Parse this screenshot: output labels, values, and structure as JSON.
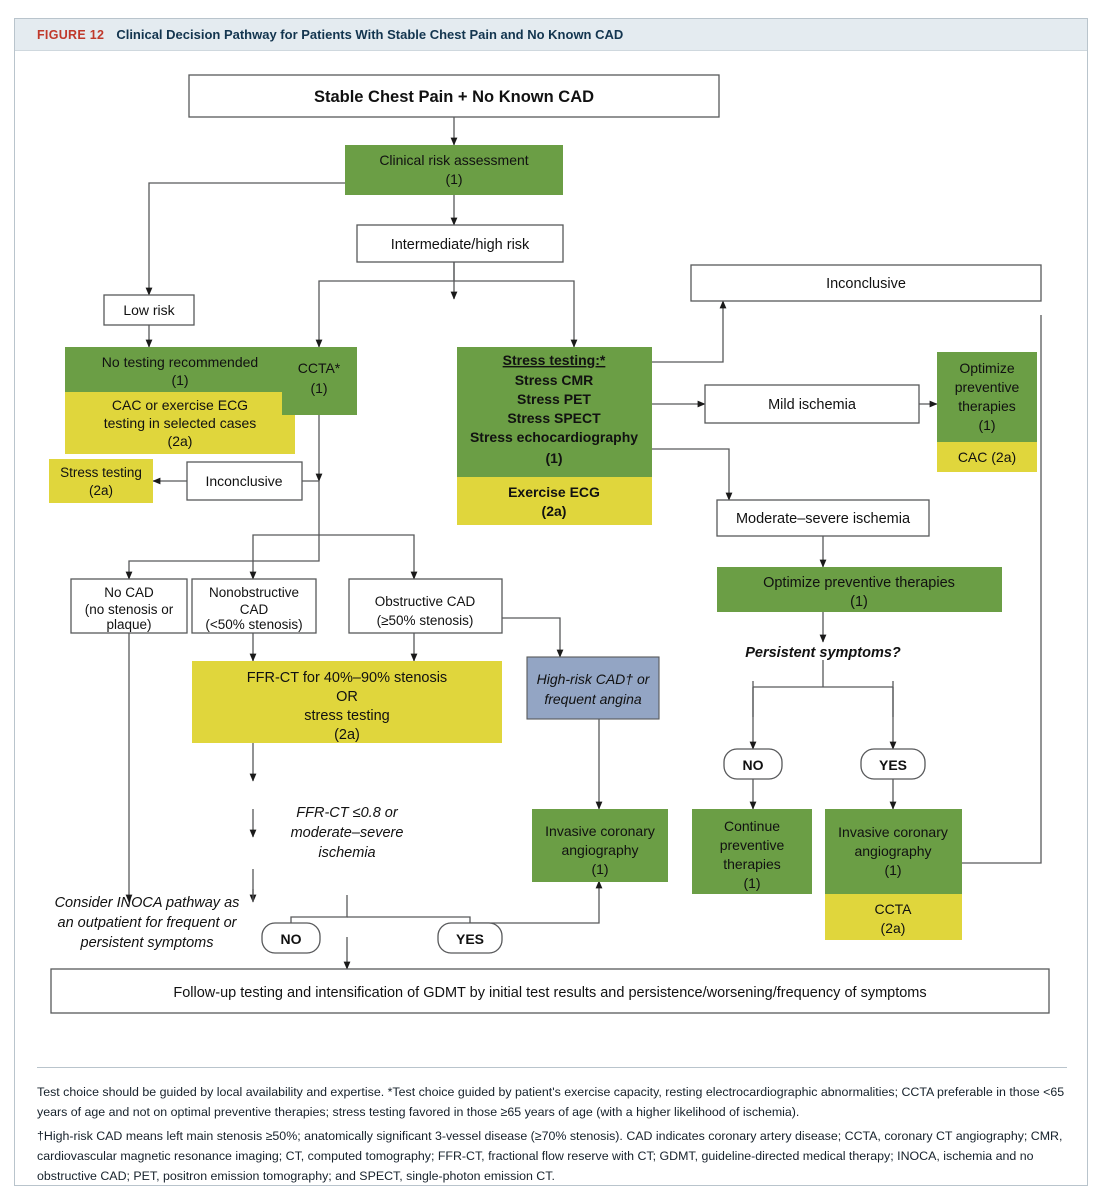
{
  "figure": {
    "tag": "FIGURE 12",
    "title": "Clinical Decision Pathway for Patients With Stable Chest Pain and No Known CAD"
  },
  "colors": {
    "green": "#6b9e45",
    "yellow": "#e0d63c",
    "blue": "#93a5c4",
    "white": "#ffffff",
    "stroke": "#58595b",
    "header_bg": "#e4ebf0",
    "tag_red": "#c0392b",
    "title_navy": "#13354f"
  },
  "nodes": {
    "start": {
      "lines": [
        "Stable Chest Pain + No Known CAD"
      ]
    },
    "clinical_risk": {
      "lines": [
        "Clinical risk assessment",
        "(1)"
      ]
    },
    "intermediate_high": {
      "lines": [
        "Intermediate/high risk"
      ]
    },
    "low_risk": {
      "lines": [
        "Low risk"
      ]
    },
    "no_testing": {
      "lines": [
        "No testing recommended",
        "(1)"
      ]
    },
    "cac_exercise": {
      "lines": [
        "CAC or exercise ECG",
        "testing in selected cases",
        "(2a)"
      ]
    },
    "ccta": {
      "lines": [
        "CCTA*",
        "(1)"
      ]
    },
    "stress_testing": {
      "lines": [
        "Stress testing:*",
        "Stress CMR",
        "Stress PET",
        "Stress SPECT",
        "Stress echocardiography",
        "(1)"
      ]
    },
    "exercise_ecg": {
      "lines": [
        "Exercise ECG",
        "(2a)"
      ]
    },
    "inconclusive_left": {
      "lines": [
        "Inconclusive"
      ]
    },
    "stress_testing_2a": {
      "lines": [
        "Stress testing",
        "(2a)"
      ]
    },
    "inconclusive_right": {
      "lines": [
        "Inconclusive"
      ]
    },
    "mild_ischemia": {
      "lines": [
        "Mild ischemia"
      ]
    },
    "optimize_prev_right": {
      "lines": [
        "Optimize",
        "preventive",
        "therapies",
        "(1)"
      ]
    },
    "cac_2a": {
      "lines": [
        "CAC (2a)"
      ]
    },
    "moderate_severe": {
      "lines": [
        "Moderate–severe ischemia"
      ]
    },
    "optimize_prev_wide": {
      "lines": [
        "Optimize preventive therapies",
        "(1)"
      ]
    },
    "persistent_symptoms": {
      "lines": [
        "Persistent symptoms?"
      ]
    },
    "no_right": {
      "lines": [
        "NO"
      ]
    },
    "yes_right": {
      "lines": [
        "YES"
      ]
    },
    "continue_prev": {
      "lines": [
        "Continue",
        "preventive",
        "therapies",
        "(1)"
      ]
    },
    "invasive_right": {
      "lines": [
        "Invasive coronary",
        "angiography",
        "(1)"
      ]
    },
    "ccta_2a": {
      "lines": [
        "CCTA",
        "(2a)"
      ]
    },
    "no_cad": {
      "lines": [
        "No CAD",
        "(no stenosis or",
        "plaque)"
      ]
    },
    "nonobstructive": {
      "lines": [
        "Nonobstructive",
        "CAD",
        "(<50% stenosis)"
      ]
    },
    "obstructive": {
      "lines": [
        "Obstructive CAD",
        "(≥50% stenosis)"
      ]
    },
    "ffr_ct": {
      "lines": [
        "FFR-CT for 40%–90% stenosis",
        "OR",
        "stress testing",
        "(2a)"
      ]
    },
    "high_risk_cad": {
      "lines": [
        "High-risk CAD† or",
        "frequent angina"
      ]
    },
    "ffr_result": {
      "lines": [
        "FFR-CT ≤0.8 or",
        "moderate–severe",
        "ischemia"
      ]
    },
    "invasive_mid": {
      "lines": [
        "Invasive coronary",
        "angiography",
        "(1)"
      ]
    },
    "no_mid": {
      "lines": [
        "NO"
      ]
    },
    "yes_mid": {
      "lines": [
        "YES"
      ]
    },
    "inoca": {
      "lines": [
        "Consider INOCA pathway as",
        "an outpatient for frequent or",
        "persistent symptoms"
      ]
    },
    "followup": {
      "lines": [
        "Follow-up testing and intensification of GDMT by initial test results and persistence/worsening/frequency of symptoms"
      ]
    }
  },
  "footnote": {
    "para1": "Test choice should be guided by local availability and expertise. *Test choice guided by patient's exercise capacity, resting electrocardiographic abnormalities; CCTA preferable in those <65 years of age and not on optimal preventive therapies; stress testing favored in those ≥65 years of age (with a higher likelihood of ischemia).",
    "para2": "†High-risk CAD means left main stenosis ≥50%; anatomically significant 3-vessel disease (≥70% stenosis). CAD indicates coronary artery disease; CCTA, coronary CT angiography; CMR, cardiovascular magnetic resonance imaging; CT, computed tomography; FFR-CT, fractional flow reserve with CT; GDMT, guideline-directed medical therapy; INOCA, ischemia and no obstructive CAD; PET, positron emission tomography; and SPECT, single-photon emission CT."
  }
}
